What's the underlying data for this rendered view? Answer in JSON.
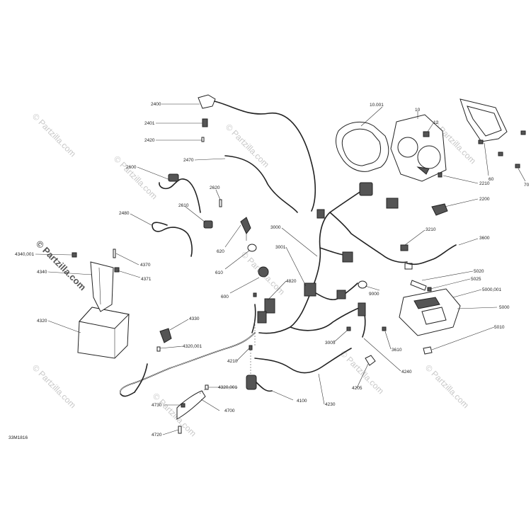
{
  "diagram_code": "33M1816",
  "watermark_text": "© Partzilla.com",
  "callouts": [
    {
      "id": "c-2400",
      "label": "2400"
    },
    {
      "id": "c-2401",
      "label": "2401"
    },
    {
      "id": "c-2420",
      "label": "2420"
    },
    {
      "id": "c-2470",
      "label": "2470"
    },
    {
      "id": "c-2600",
      "label": "2600"
    },
    {
      "id": "c-2610",
      "label": "2610"
    },
    {
      "id": "c-2620",
      "label": "2620"
    },
    {
      "id": "c-2480",
      "label": "2480"
    },
    {
      "id": "c-10001",
      "label": "10.001"
    },
    {
      "id": "c-10",
      "label": "10"
    },
    {
      "id": "c-12",
      "label": "12"
    },
    {
      "id": "c-60",
      "label": "60"
    },
    {
      "id": "c-70",
      "label": "70"
    },
    {
      "id": "c-2210",
      "label": "2210"
    },
    {
      "id": "c-2200",
      "label": "2200"
    },
    {
      "id": "c-3000",
      "label": "3000"
    },
    {
      "id": "c-3001",
      "label": "3001"
    },
    {
      "id": "c-3210",
      "label": "3210"
    },
    {
      "id": "c-3600",
      "label": "3600"
    },
    {
      "id": "c-620",
      "label": "620"
    },
    {
      "id": "c-610",
      "label": "610"
    },
    {
      "id": "c-600",
      "label": "600"
    },
    {
      "id": "c-4340001",
      "label": "4340,001"
    },
    {
      "id": "c-4340",
      "label": "4340"
    },
    {
      "id": "c-4370",
      "label": "4370"
    },
    {
      "id": "c-4371",
      "label": "4371"
    },
    {
      "id": "c-4320",
      "label": "4320"
    },
    {
      "id": "c-4330",
      "label": "4330"
    },
    {
      "id": "c-4320001a",
      "label": "4320,001"
    },
    {
      "id": "c-4820",
      "label": "4820"
    },
    {
      "id": "c-9000",
      "label": "9000"
    },
    {
      "id": "c-5020",
      "label": "5020"
    },
    {
      "id": "c-5025",
      "label": "5025"
    },
    {
      "id": "c-5000001",
      "label": "5000,001"
    },
    {
      "id": "c-5000",
      "label": "5000"
    },
    {
      "id": "c-5010",
      "label": "5010"
    },
    {
      "id": "c-3005",
      "label": "3005"
    },
    {
      "id": "c-3610",
      "label": "3610"
    },
    {
      "id": "c-4240",
      "label": "4240"
    },
    {
      "id": "c-4210",
      "label": "4210"
    },
    {
      "id": "c-4205",
      "label": "4205"
    },
    {
      "id": "c-4320001b",
      "label": "4320,001"
    },
    {
      "id": "c-4100",
      "label": "4100"
    },
    {
      "id": "c-4230",
      "label": "4230"
    },
    {
      "id": "c-4730",
      "label": "4730"
    },
    {
      "id": "c-4700",
      "label": "4700"
    },
    {
      "id": "c-4720",
      "label": "4720"
    }
  ]
}
